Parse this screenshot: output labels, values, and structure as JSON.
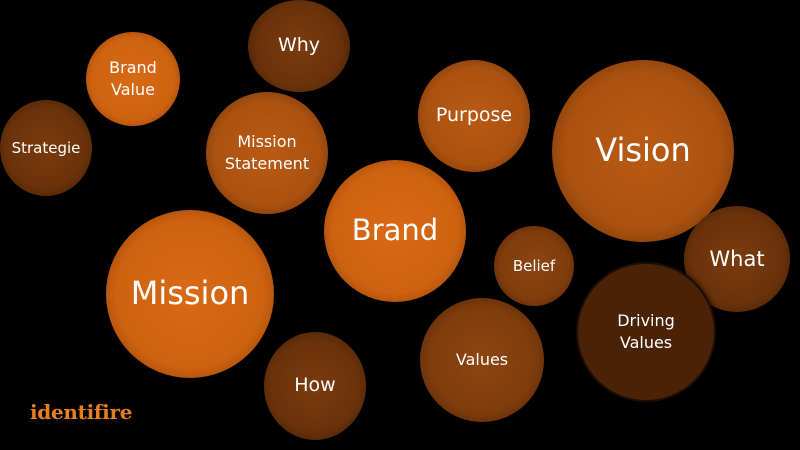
{
  "bubbles": {
    "brand_value": {
      "line1": "Brand",
      "line2": "Value"
    },
    "why": {
      "label": "Why"
    },
    "strategie": {
      "label": "Strategie"
    },
    "mission_statement": {
      "line1": "Mission",
      "line2": "Statement"
    },
    "purpose": {
      "label": "Purpose"
    },
    "vision": {
      "label": "Vision"
    },
    "brand": {
      "label": "Brand"
    },
    "belief": {
      "label": "Belief"
    },
    "what": {
      "label": "What"
    },
    "mission": {
      "label": "Mission"
    },
    "driving_values": {
      "line1": "Driving",
      "line2": "Values"
    },
    "values": {
      "label": "Values"
    },
    "how": {
      "label": "How"
    }
  },
  "logo": {
    "text": "identifire"
  },
  "colors": {
    "background": "#000000",
    "orange_bright": "#cd6210",
    "orange_mid": "#ab5211",
    "orange_dark": "#7f3c0d",
    "brown_deep": "#4a2208",
    "logo": "#e77f1c"
  }
}
